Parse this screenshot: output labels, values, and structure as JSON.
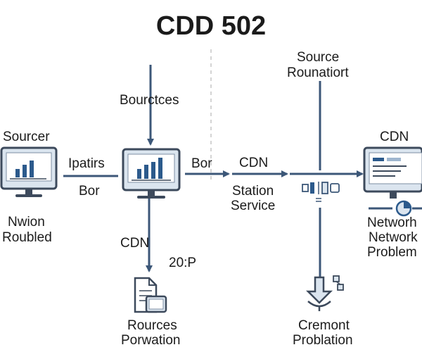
{
  "title": "CDD 502",
  "colors": {
    "line": "#3c5778",
    "screen": "#dbe5ef",
    "accent": "#2c5a8c",
    "frame": "#3d4a5c",
    "divider": "#b8b8b8"
  },
  "nodes": {
    "left_computer": {
      "icon": "monitor-bar-chart-icon",
      "top_label": "Sourcer",
      "bottom_label_1": "Nwion",
      "bottom_label_2": "Roubled"
    },
    "center_computer": {
      "icon": "monitor-bar-chart-icon",
      "top_label": "Bourctces"
    },
    "documents": {
      "icon": "document-tablet-icon",
      "label_1": "Rources",
      "label_2": "Porwation"
    },
    "source_top": {
      "label_1": "Source",
      "label_2": "Rounatiort"
    },
    "hub": {
      "icon": "network-node-icon"
    },
    "bottom_node": {
      "icon": "download-antenna-icon",
      "label_1": "Cremont",
      "label_2": "Problation"
    },
    "right_computer": {
      "icon": "monitor-dashboard-icon",
      "top_label": "CDN",
      "label_1": "Networh",
      "label_2": "Network",
      "label_3": "Problem"
    }
  },
  "edges": {
    "left_to_center_top": "Ipatirs",
    "left_to_center_bottom": "Bor",
    "center_to_right": "Bor",
    "center_down": "CDN",
    "center_down_aside": "20:P",
    "cdn_label": "CDN",
    "station_1": "Station",
    "station_2": "Service"
  }
}
